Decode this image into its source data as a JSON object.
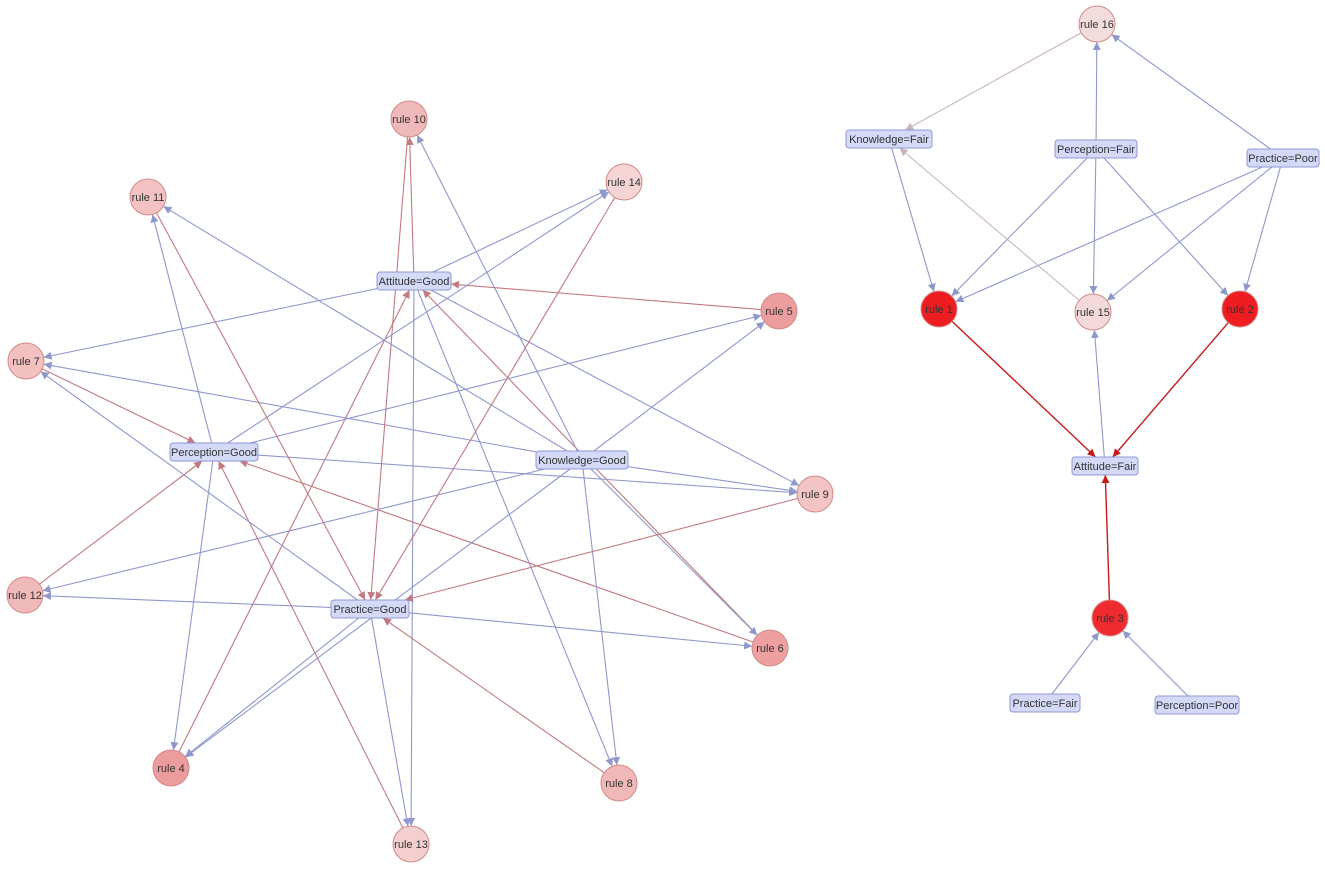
{
  "colors": {
    "item_fill": "#d4d9f7",
    "item_stroke": "#8f99d6",
    "edge_blue": "#8f97cc",
    "edge_red": "#c27a80",
    "edge_strong_red": "#c41a1a",
    "edge_grey": "#c8b5bd"
  },
  "graphs": [
    {
      "items": [
        {
          "id": "att_good",
          "label": "Attitude=Good"
        },
        {
          "id": "perc_good",
          "label": "Perception=Good"
        },
        {
          "id": "know_good",
          "label": "Knowledge=Good"
        },
        {
          "id": "prac_good",
          "label": "Practice=Good"
        }
      ],
      "rules": [
        {
          "id": "r10",
          "label": "rule 10",
          "color": "#f0b9b9"
        },
        {
          "id": "r11",
          "label": "rule 11",
          "color": "#f3c2c2"
        },
        {
          "id": "r14",
          "label": "rule 14",
          "color": "#f4d4d4"
        },
        {
          "id": "r5",
          "label": "rule 5",
          "color": "#ec9d9d"
        },
        {
          "id": "r7",
          "label": "rule 7",
          "color": "#f3c0c0"
        },
        {
          "id": "r9",
          "label": "rule 9",
          "color": "#f2c4c4"
        },
        {
          "id": "r12",
          "label": "rule 12",
          "color": "#f1baba"
        },
        {
          "id": "r6",
          "label": "rule 6",
          "color": "#eea0a0"
        },
        {
          "id": "r4",
          "label": "rule 4",
          "color": "#ec9c9c"
        },
        {
          "id": "r8",
          "label": "rule 8",
          "color": "#f1b8b8"
        },
        {
          "id": "r13",
          "label": "rule 13",
          "color": "#f4cfcf"
        }
      ],
      "edges": [
        {
          "from": "att_good",
          "to": "r7",
          "kind": "blue"
        },
        {
          "from": "att_good",
          "to": "r14",
          "kind": "blue"
        },
        {
          "from": "att_good",
          "to": "r9",
          "kind": "blue"
        },
        {
          "from": "att_good",
          "to": "r8",
          "kind": "blue"
        },
        {
          "from": "att_good",
          "to": "r13",
          "kind": "blue"
        },
        {
          "from": "att_good",
          "to": "r10",
          "kind": "red"
        },
        {
          "from": "r5",
          "to": "att_good",
          "kind": "red"
        },
        {
          "from": "r4",
          "to": "att_good",
          "kind": "red"
        },
        {
          "from": "r6",
          "to": "att_good",
          "kind": "red"
        },
        {
          "from": "perc_good",
          "to": "r11",
          "kind": "blue"
        },
        {
          "from": "perc_good",
          "to": "r14",
          "kind": "blue"
        },
        {
          "from": "perc_good",
          "to": "r5",
          "kind": "blue"
        },
        {
          "from": "perc_good",
          "to": "r9",
          "kind": "blue"
        },
        {
          "from": "perc_good",
          "to": "r4",
          "kind": "blue"
        },
        {
          "from": "r7",
          "to": "perc_good",
          "kind": "red"
        },
        {
          "from": "r12",
          "to": "perc_good",
          "kind": "red"
        },
        {
          "from": "r13",
          "to": "perc_good",
          "kind": "red"
        },
        {
          "from": "r6",
          "to": "perc_good",
          "kind": "red"
        },
        {
          "from": "know_good",
          "to": "r10",
          "kind": "blue"
        },
        {
          "from": "know_good",
          "to": "r11",
          "kind": "blue"
        },
        {
          "from": "know_good",
          "to": "r7",
          "kind": "blue"
        },
        {
          "from": "know_good",
          "to": "r5",
          "kind": "blue"
        },
        {
          "from": "know_good",
          "to": "r9",
          "kind": "blue"
        },
        {
          "from": "know_good",
          "to": "r12",
          "kind": "blue"
        },
        {
          "from": "know_good",
          "to": "r6",
          "kind": "blue"
        },
        {
          "from": "know_good",
          "to": "r8",
          "kind": "blue"
        },
        {
          "from": "know_good",
          "to": "r4",
          "kind": "blue"
        },
        {
          "from": "prac_good",
          "to": "r7",
          "kind": "blue"
        },
        {
          "from": "prac_good",
          "to": "r12",
          "kind": "blue"
        },
        {
          "from": "prac_good",
          "to": "r6",
          "kind": "blue"
        },
        {
          "from": "prac_good",
          "to": "r4",
          "kind": "blue"
        },
        {
          "from": "prac_good",
          "to": "r13",
          "kind": "blue"
        },
        {
          "from": "r11",
          "to": "prac_good",
          "kind": "red"
        },
        {
          "from": "r14",
          "to": "prac_good",
          "kind": "red"
        },
        {
          "from": "r10",
          "to": "prac_good",
          "kind": "red"
        },
        {
          "from": "r9",
          "to": "prac_good",
          "kind": "red"
        },
        {
          "from": "r8",
          "to": "prac_good",
          "kind": "red"
        }
      ]
    },
    {
      "items": [
        {
          "id": "know_fair",
          "label": "Knowledge=Fair"
        },
        {
          "id": "perc_fair",
          "label": "Perception=Fair"
        },
        {
          "id": "prac_poor",
          "label": "Practice=Poor"
        },
        {
          "id": "att_fair",
          "label": "Attitude=Fair"
        },
        {
          "id": "prac_fair",
          "label": "Practice=Fair"
        },
        {
          "id": "perc_poor",
          "label": "Perception=Poor"
        }
      ],
      "rules": [
        {
          "id": "r16",
          "label": "rule 16",
          "color": "#f3dcdc"
        },
        {
          "id": "r1",
          "label": "rule 1",
          "color": "#ee1d22"
        },
        {
          "id": "r15",
          "label": "rule 15",
          "color": "#f3dada"
        },
        {
          "id": "r2",
          "label": "rule 2",
          "color": "#ee1d22"
        },
        {
          "id": "r3",
          "label": "rule 3",
          "color": "#ef2b2f"
        }
      ],
      "edges": [
        {
          "from": "r16",
          "to": "know_fair",
          "kind": "grey"
        },
        {
          "from": "perc_fair",
          "to": "r16",
          "kind": "blue"
        },
        {
          "from": "prac_poor",
          "to": "r16",
          "kind": "blue"
        },
        {
          "from": "know_fair",
          "to": "r1",
          "kind": "blue"
        },
        {
          "from": "perc_fair",
          "to": "r1",
          "kind": "blue"
        },
        {
          "from": "perc_fair",
          "to": "r15",
          "kind": "blue"
        },
        {
          "from": "perc_fair",
          "to": "r2",
          "kind": "blue"
        },
        {
          "from": "prac_poor",
          "to": "r1",
          "kind": "blue"
        },
        {
          "from": "prac_poor",
          "to": "r15",
          "kind": "blue"
        },
        {
          "from": "prac_poor",
          "to": "r2",
          "kind": "blue"
        },
        {
          "from": "r15",
          "to": "know_fair",
          "kind": "grey"
        },
        {
          "from": "att_fair",
          "to": "r15",
          "kind": "blue"
        },
        {
          "from": "r1",
          "to": "att_fair",
          "kind": "strong"
        },
        {
          "from": "r2",
          "to": "att_fair",
          "kind": "strong"
        },
        {
          "from": "r3",
          "to": "att_fair",
          "kind": "strong"
        },
        {
          "from": "prac_fair",
          "to": "r3",
          "kind": "blue"
        },
        {
          "from": "perc_poor",
          "to": "r3",
          "kind": "blue"
        }
      ]
    }
  ]
}
